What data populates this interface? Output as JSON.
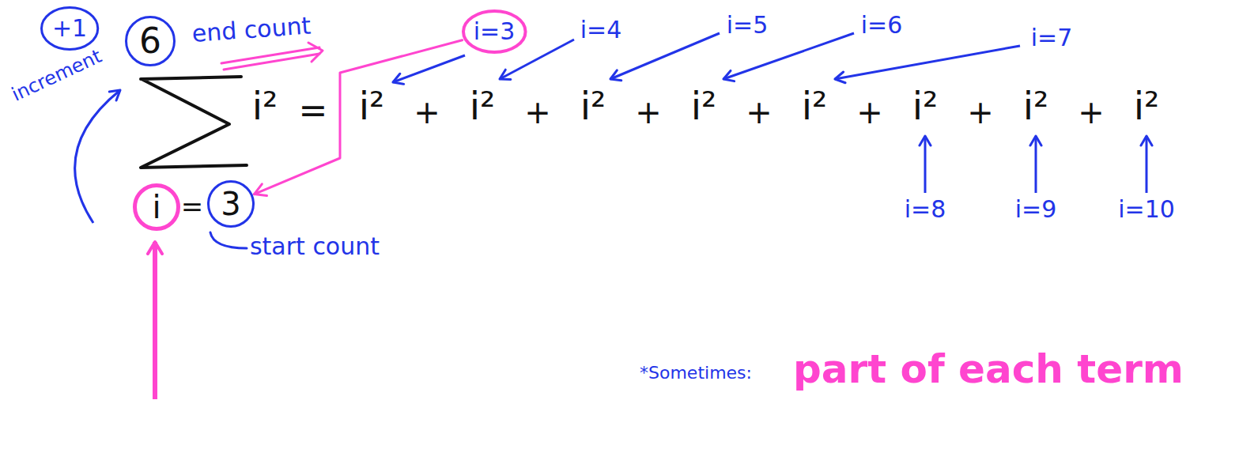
{
  "diagram": {
    "nodes": [
      {
        "text": [
          "+1"
        ]
      },
      {
        "text": [
          "6"
        ]
      },
      {
        "text": [
          "i=3"
        ]
      },
      {
        "text": [
          "i"
        ]
      },
      {
        "text": [
          "3"
        ]
      }
    ],
    "edges": [
      {
        "from": 2,
        "to": 4,
        "arrow": "to"
      }
    ],
    "labels": [
      "increment",
      "end count",
      "i=4",
      "i=5",
      "i=6",
      "i=7",
      "i²",
      "=",
      "i²",
      "+",
      "i²",
      "+",
      "i²",
      "+",
      "i²",
      "+",
      "i²",
      "+",
      "i²",
      "+",
      "i²",
      "+",
      "i²",
      "=",
      "start count",
      "i=8",
      "i=9",
      "i=10",
      "*Sometimes:",
      "part of each term"
    ]
  }
}
